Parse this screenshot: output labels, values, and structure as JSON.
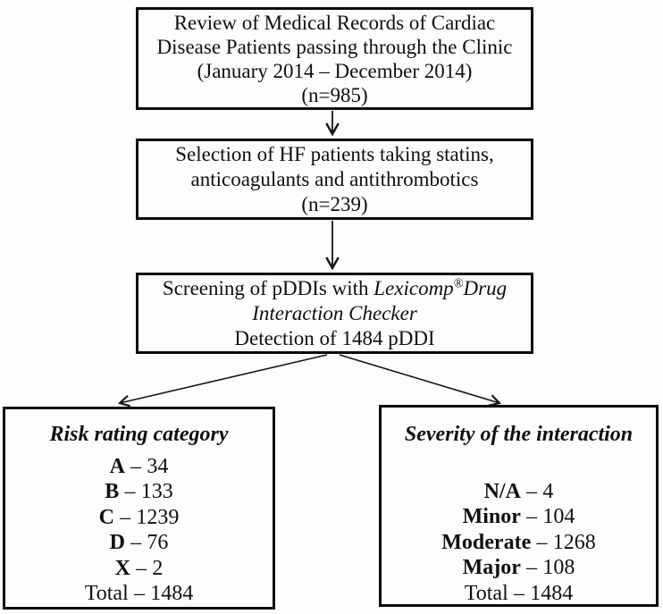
{
  "flowchart": {
    "sep": "–",
    "step1": {
      "lines": [
        "Review of Medical Records of Cardiac",
        "Disease Patients passing through the Clinic",
        "(January 2014 – December 2014)",
        "(n=985)"
      ]
    },
    "step2": {
      "lines": [
        "Selection of HF patients taking statins,",
        "anticoagulants and antithrombotics",
        "(n=239)"
      ]
    },
    "step3": {
      "line1_prefix": "Screening of pDDIs with ",
      "line1_italic": "Lexicomp",
      "line1_reg_mark": "®",
      "line1_italic2": "Drug",
      "line2_italic": "Interaction Checker",
      "line3": "Detection of 1484 pDDI"
    },
    "risk_box": {
      "title": "Risk rating category",
      "rows": [
        {
          "label": "A",
          "value": "34"
        },
        {
          "label": "B",
          "value": "133"
        },
        {
          "label": "C",
          "value": "1239"
        },
        {
          "label": "D",
          "value": "76"
        },
        {
          "label": "X",
          "value": "2"
        }
      ],
      "total": {
        "label": "Total",
        "value": "1484"
      }
    },
    "severity_box": {
      "title": "Severity of the interaction",
      "rows": [
        {
          "label": "N/A",
          "value": "4"
        },
        {
          "label": "Minor",
          "value": "104"
        },
        {
          "label": "Moderate",
          "value": "1268"
        },
        {
          "label": "Major",
          "value": "108"
        }
      ],
      "total": {
        "label": "Total",
        "value": "1484"
      }
    },
    "colors": {
      "line": "#141414",
      "border": "#0c0c0c",
      "background": "#fdfdfd",
      "text": "#101010"
    }
  }
}
